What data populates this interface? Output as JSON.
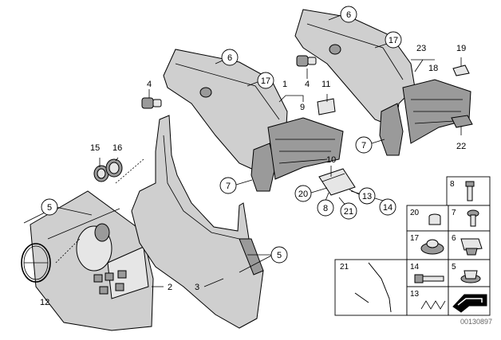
{
  "callouts": {
    "c_1": "1",
    "c_2": "2",
    "c_3": "3",
    "c_4a": "4",
    "c_4b": "4",
    "c_5a": "5",
    "c_5b": "5",
    "c_6a": "6",
    "c_6b": "6",
    "c_7a": "7",
    "c_7b": "7",
    "c_8": "8",
    "c_9": "9",
    "c_10": "10",
    "c_11": "11",
    "c_12": "12",
    "c_13": "13",
    "c_14": "14",
    "c_15": "15",
    "c_16": "16",
    "c_17a": "17",
    "c_17b": "17",
    "c_18": "18",
    "c_19": "19",
    "c_20": "20",
    "c_21": "21",
    "c_22": "22",
    "c_23": "23"
  },
  "legend": {
    "l_8": "8",
    "l_20": "20",
    "l_7": "7",
    "l_17": "17",
    "l_6": "6",
    "l_21": "21",
    "l_14": "14",
    "l_5": "5",
    "l_13": "13"
  },
  "doc_number": "00130897"
}
